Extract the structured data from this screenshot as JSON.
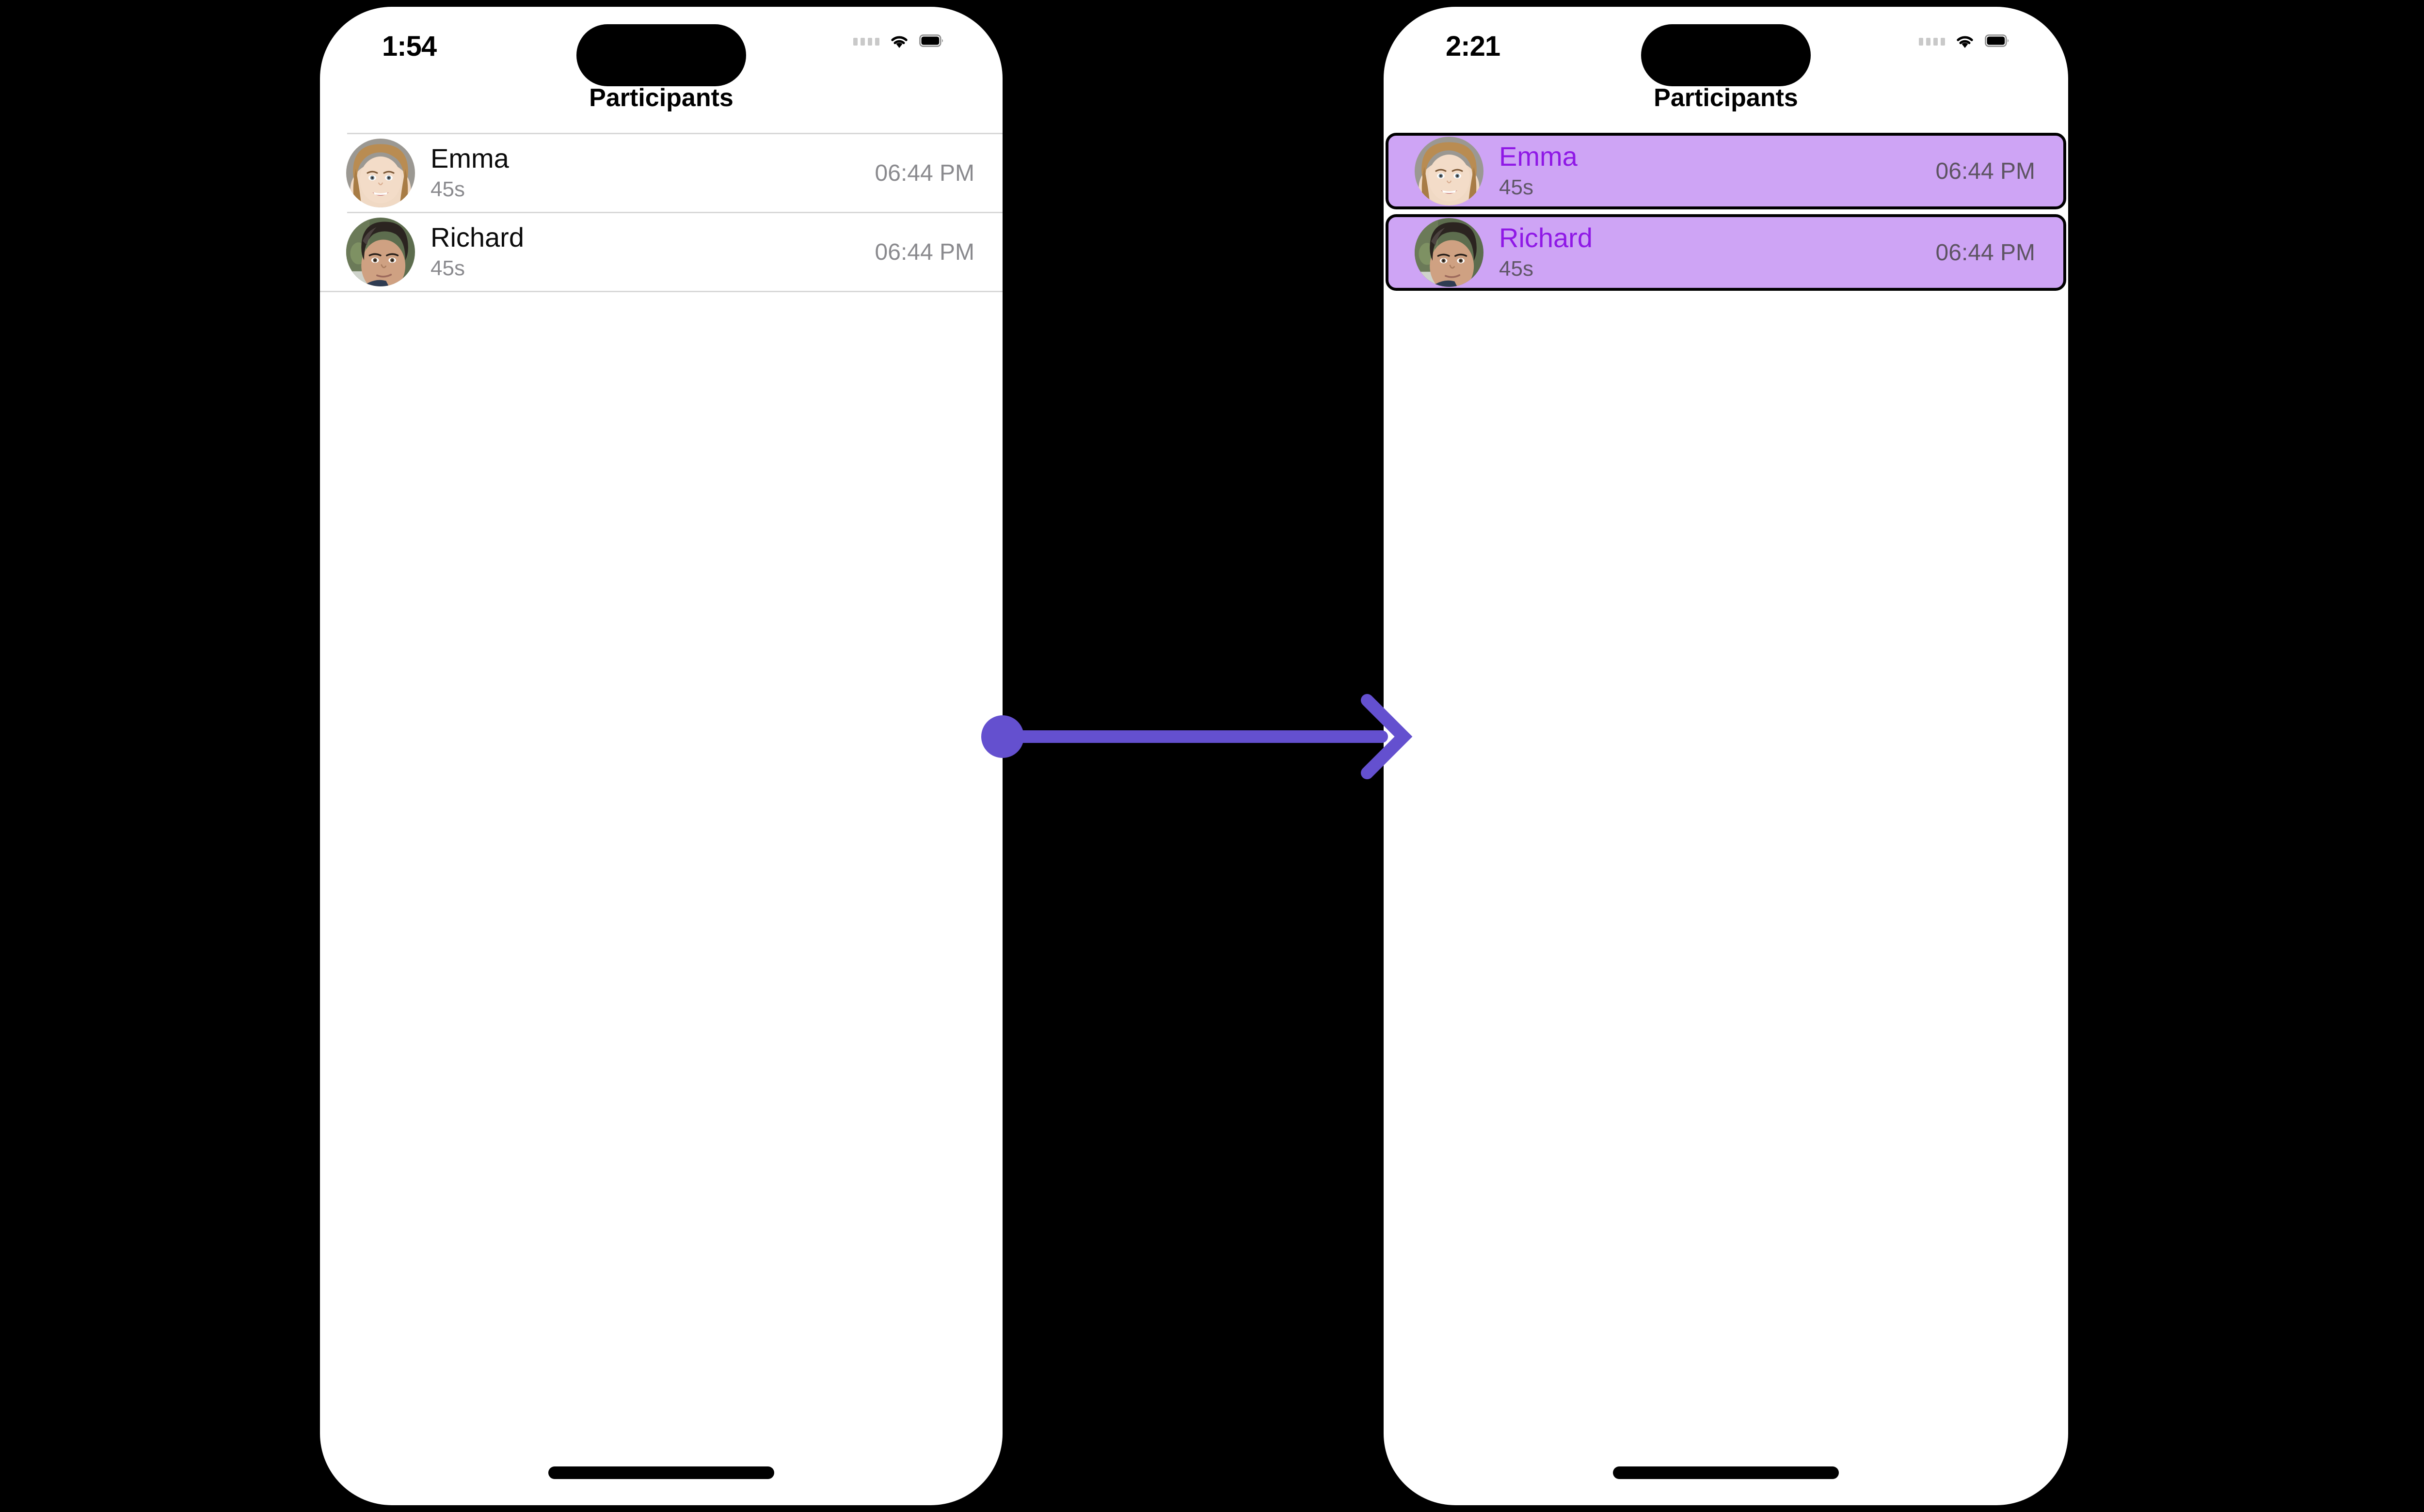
{
  "accent": {
    "arrow_purple": "#6450CF",
    "highlight_fill": "#CEA4F5",
    "highlight_name_text": "#8F18E6",
    "highlight_border": "#000000",
    "canvas_background": "#000000",
    "screen_background": "#FFFFFF",
    "muted_text": "#8A8A8E",
    "separator": "#D8D8D8"
  },
  "screens": [
    {
      "id": "before",
      "status_bar": {
        "time": "1:54",
        "signal_icon": "signal-bars-icon",
        "wifi_icon": "wifi-icon",
        "battery_icon": "battery-full-icon",
        "dynamic_island": "dynamic-island"
      },
      "nav": {
        "title": "Participants"
      },
      "participants": [
        {
          "name": "Emma",
          "duration": "45s",
          "time": "06:44 PM",
          "avatar": "avatar-emma",
          "selected": false
        },
        {
          "name": "Richard",
          "duration": "45s",
          "time": "06:44 PM",
          "avatar": "avatar-richard",
          "selected": false
        }
      ],
      "home_indicator": "home-indicator"
    },
    {
      "id": "after",
      "status_bar": {
        "time": "2:21",
        "signal_icon": "signal-bars-icon",
        "wifi_icon": "wifi-icon",
        "battery_icon": "battery-full-icon",
        "dynamic_island": "dynamic-island"
      },
      "nav": {
        "title": "Participants"
      },
      "participants": [
        {
          "name": "Emma",
          "duration": "45s",
          "time": "06:44 PM",
          "avatar": "avatar-emma",
          "selected": true
        },
        {
          "name": "Richard",
          "duration": "45s",
          "time": "06:44 PM",
          "avatar": "avatar-richard",
          "selected": true
        }
      ],
      "home_indicator": "home-indicator"
    }
  ],
  "annotation": {
    "type": "action-arrow",
    "start_marker": "dot",
    "end_marker": "chevron-arrowhead",
    "direction": "left-to-right"
  }
}
